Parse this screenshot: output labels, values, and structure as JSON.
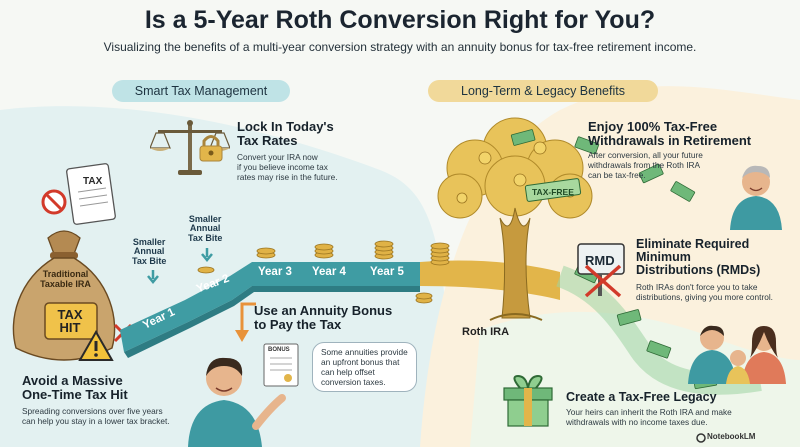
{
  "header": {
    "title": "Is a 5-Year Roth Conversion Right for You?",
    "subtitle": "Visualizing the benefits of a multi-year conversion strategy with an annuity bonus for tax-free retirement income."
  },
  "banners": {
    "left": "Smart Tax Management",
    "right": "Long-Term & Legacy Benefits"
  },
  "lock_rates": {
    "title_line1": "Lock In Today's",
    "title_line2": "Tax Rates",
    "body_line1": "Convert your IRA now",
    "body_line2": "if you believe income tax",
    "body_line3": "rates may rise in the future."
  },
  "bag": {
    "tax_doc": "TAX",
    "label_line1": "Traditional",
    "label_line2": "Taxable IRA",
    "hit_line1": "TAX",
    "hit_line2": "HIT"
  },
  "smaller_bite_1": {
    "line1": "Smaller",
    "line2": "Annual",
    "line3": "Tax Bite"
  },
  "smaller_bite_2": {
    "line1": "Smaller",
    "line2": "Annual",
    "line3": "Tax Bite"
  },
  "years": [
    "Year 1",
    "Year 2",
    "Year 3",
    "Year 4",
    "Year 5"
  ],
  "annuity": {
    "title_line1": "Use an Annuity Bonus",
    "title_line2": "to Pay the Tax",
    "bonus_doc": "BONUS",
    "bubble_line1": "Some annuities provide",
    "bubble_line2": "an upfront bonus that",
    "bubble_line3": "can help offset",
    "bubble_line4": "conversion taxes."
  },
  "avoid": {
    "title_line1": "Avoid a Massive",
    "title_line2": "One-Time Tax Hit",
    "body_line1": "Spreading conversions over five years",
    "body_line2": "can help you stay in a lower tax bracket."
  },
  "tree": {
    "label": "Roth IRA",
    "tag": "TAX-FREE"
  },
  "withdrawals": {
    "title_line1": "Enjoy 100% Tax-Free",
    "title_line2": "Withdrawals in Retirement",
    "body_line1": "After conversion, all your future",
    "body_line2": "withdrawals from the Roth IRA",
    "body_line3": "can be tax-free."
  },
  "rmd": {
    "sign": "RMD",
    "title_line1": "Eliminate Required",
    "title_line2": "Minimum",
    "title_line3": "Distributions (RMDs)",
    "body_line1": "Roth IRAs don't force you to take",
    "body_line2": "distributions, giving you more control."
  },
  "legacy": {
    "title": "Create a Tax-Free Legacy",
    "body_line1": "Your heirs can inherit the Roth IRA and make",
    "body_line2": "withdrawals with no income taxes due."
  },
  "footer": "NotebookLM",
  "colors": {
    "teal_path": "#3f9ca3",
    "gold_path": "#e2b54a",
    "green_stream": "#6fb879",
    "coin": "#e0b246",
    "bag": "#c9a46d"
  }
}
